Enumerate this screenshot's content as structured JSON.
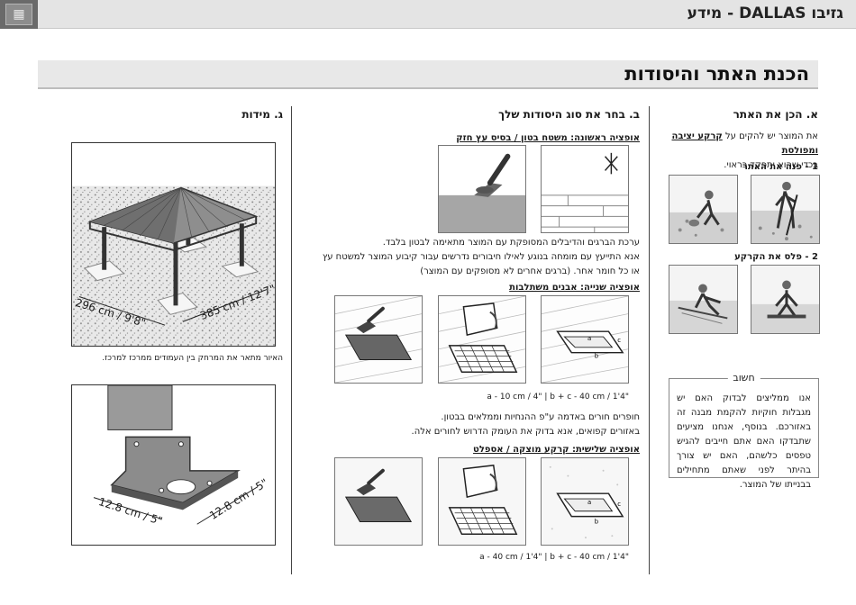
{
  "header": {
    "title": "גזיבו DALLAS - מידע",
    "tab_icon": "grid-icon"
  },
  "section": {
    "title": "הכנת האתר והיסודות"
  },
  "col_a": {
    "heading": "א. הכן את האתר",
    "intro_prefix": "את המוצר יש להקים על ",
    "intro_bold": "קרקע יציבה ומפולסת",
    "intro_suffix": "בכדי שהוא יתפקד כראוי.",
    "step1": "1 - פנה את האתר",
    "step2": "2 - פלס את הקרקע",
    "important_title": "חשוב",
    "important_text": "אנו ממליצים לבדוק האם יש מגבלות חוקיות להקמת מבנה זה באזורכם. בנוסף, אנחנו מציעים שתבדקו האם אתם חייבים להגיש טפסים כלשהם, האם יש צורך בהיתר לפני שאתם מתחילים בבנייתו של המוצר."
  },
  "col_b": {
    "heading": "ב. בחר את סוג היסודות שלך",
    "opt1_heading": "אופציה ראשונה: משטח בטון / בסיס עץ חזק",
    "opt1_line1": "ערכת הברגים והדיבלים המסופקת עם המוצר מתאימה לבטון בלבד.",
    "opt1_line2": "אנא התייעץ עם מומחה בנוגע לאילו חיבורים נדרשים עבור קיבוע המוצר למשטח עץ",
    "opt1_line3": "או כל חומר אחר. (ברגים אחרים לא מסופקים עם המוצר)",
    "opt2_heading": "אופציה שנייה: אבנים משתלבות",
    "opt2_caption": "a - 10 cm / 4\"  |  b + c - 40 cm / 1'4\"",
    "opt2_line1": "חופרים חורים באדמה ע\"פ ההנחיות וממלאים בבטון.",
    "opt2_line2": "באזורים קפואים, אנא בדוק את העומק הדרוש לחורים אלה.",
    "opt3_heading": "אופציה שלישית: קרקע מוצקה / אספלט",
    "opt3_caption": "a - 40 cm / 1'4\"  |  b + c - 40 cm / 1'4\""
  },
  "col_c": {
    "heading": "ג. מידות",
    "dim_left": "296 cm / 9'8\"",
    "dim_right": "385 cm / 12'7\"",
    "caption": "האיור מתאר את המרחק בין העמודים ממרכז למרכז.",
    "plate_left": "12.8 cm / 5\"",
    "plate_right": "12.8 cm / 5\""
  },
  "labels": {
    "a": "a",
    "b": "b",
    "c": "c"
  }
}
